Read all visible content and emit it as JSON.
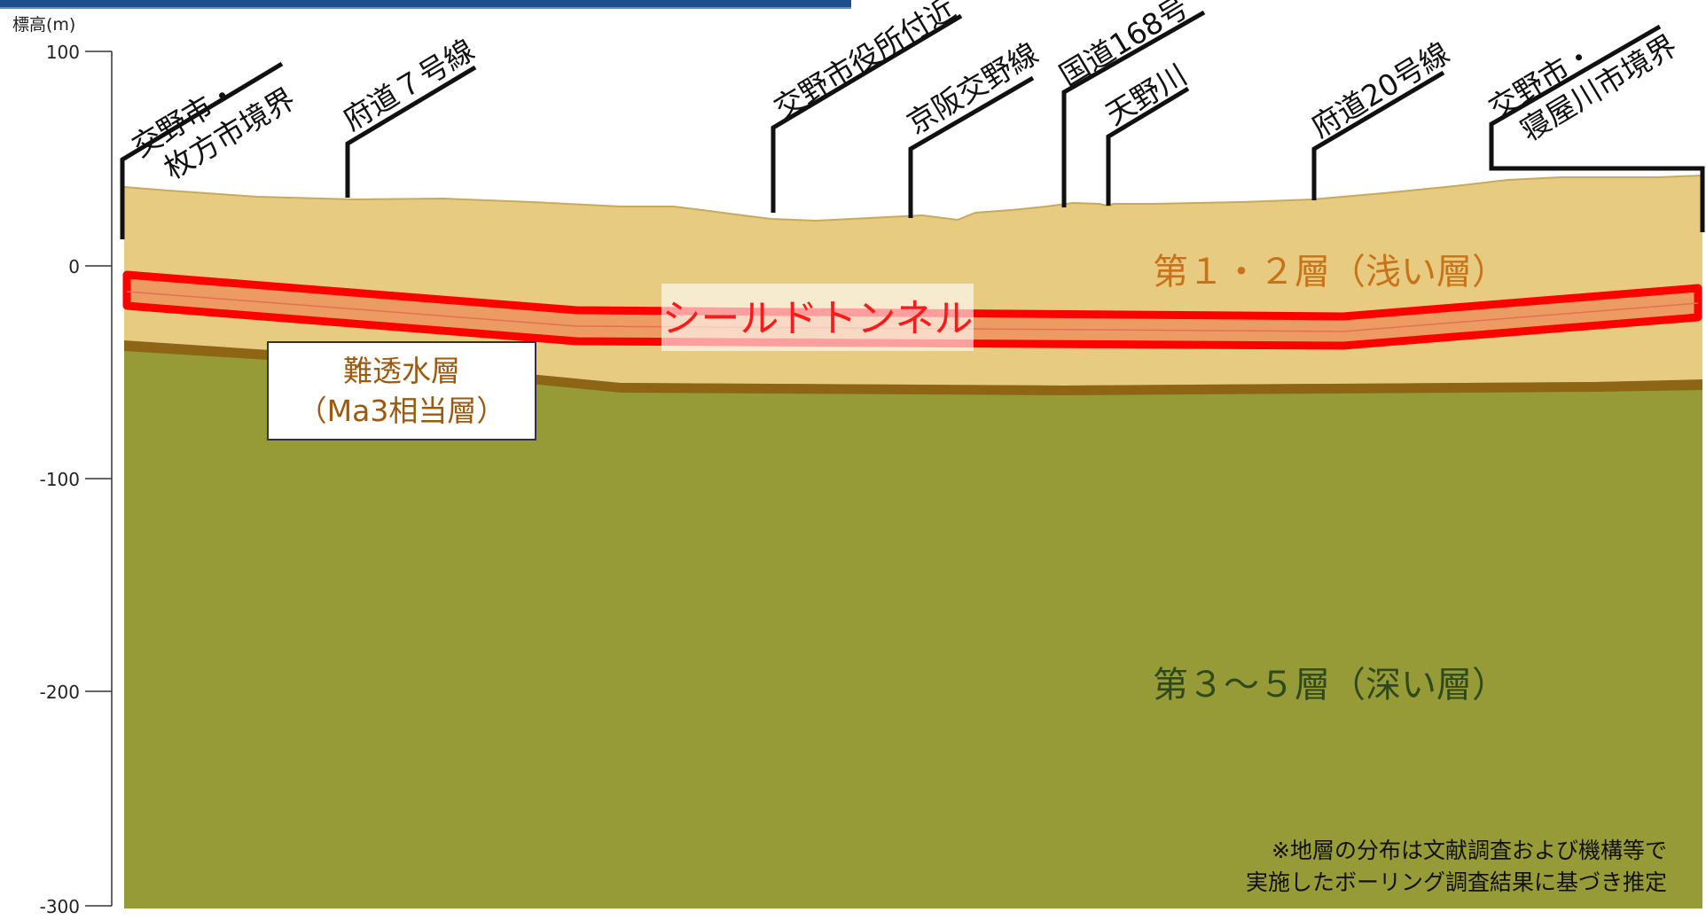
{
  "axis": {
    "ylabel": "標高(m)",
    "ticks": [
      {
        "value": 100,
        "label": "100"
      },
      {
        "value": 0,
        "label": "0"
      },
      {
        "value": -100,
        "label": "-100"
      },
      {
        "value": -200,
        "label": "-200"
      },
      {
        "value": -300,
        "label": "-300"
      }
    ]
  },
  "landmarks": [
    {
      "id": "katano-hirakata-border",
      "lines": [
        "交野市・",
        "枚方市境界"
      ]
    },
    {
      "id": "fudo-7",
      "lines": [
        "府道７号線"
      ]
    },
    {
      "id": "katano-city-hall",
      "lines": [
        "交野市役所付近"
      ]
    },
    {
      "id": "keihan-katano-line",
      "lines": [
        "京阪交野線"
      ]
    },
    {
      "id": "route-168",
      "lines": [
        "国道168号"
      ]
    },
    {
      "id": "amano-river",
      "lines": [
        "天野川"
      ]
    },
    {
      "id": "fudo-20",
      "lines": [
        "府道20号線"
      ]
    },
    {
      "id": "katano-neyagawa-border",
      "lines": [
        "交野市・",
        "寝屋川市境界"
      ]
    }
  ],
  "layers": {
    "shallow": "第１・２層（浅い層）",
    "deep": "第３～５層（深い層）",
    "tunnel": "シールドトンネル",
    "aquitard": [
      "難透水層",
      "（Ma3相当層）"
    ]
  },
  "note": [
    "※地層の分布は文献調査および機構等で",
    "実施したボーリング調査結果に基づき推定"
  ],
  "colors": {
    "sky": "#ffffff",
    "shallow_fill": "#e6cb80",
    "shallow_top": "#d2b36a",
    "aquitard_band": "#8d6515",
    "deep_fill": "#979b37",
    "tunnel_fill": "#ec9b62",
    "tunnel_stroke": "#ff0000",
    "shallow_text": "#c8731a",
    "deep_text": "#2e4a1c",
    "axis": "#333333"
  }
}
